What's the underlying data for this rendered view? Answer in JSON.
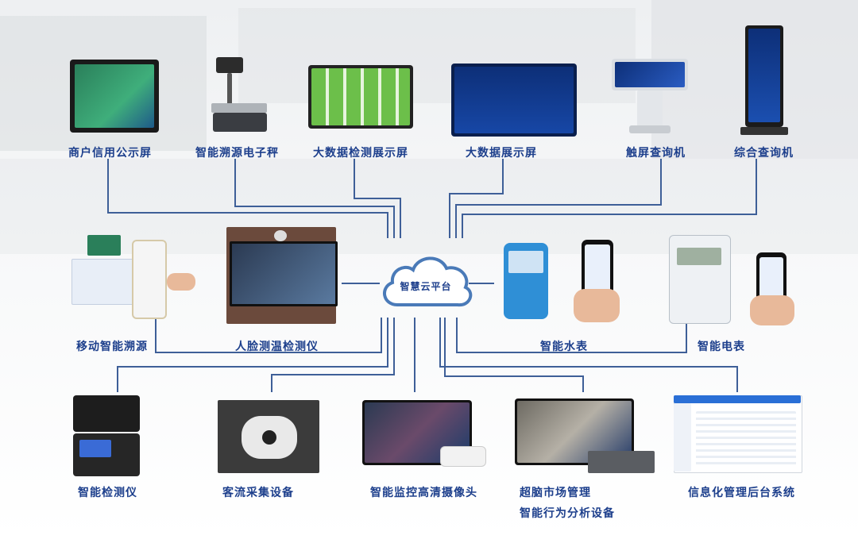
{
  "center": {
    "label": "智慧云平台"
  },
  "devices": {
    "top": [
      {
        "label": "商户信用公示屏"
      },
      {
        "label": "智能溯源电子秤"
      },
      {
        "label": "大数据检测展示屏"
      },
      {
        "label": "大数据展示屏"
      },
      {
        "label": "触屏查询机"
      },
      {
        "label": "综合查询机"
      }
    ],
    "middle_left": [
      {
        "label": "移动智能溯源"
      },
      {
        "label": "人脸测温检测仪"
      }
    ],
    "middle_right": [
      {
        "label": "智能水表"
      },
      {
        "label": "智能电表"
      }
    ],
    "bottom": [
      {
        "label": "智能检测仪"
      },
      {
        "label": "客流采集设备"
      },
      {
        "label": "智能监控高清摄像头"
      },
      {
        "label": "超脑市场管理"
      },
      {
        "label": "智能行为分析设备"
      },
      {
        "label": "信息化管理后台系统"
      }
    ]
  },
  "colors": {
    "line": "#3e5f98",
    "label": "#1d3f8c",
    "cloud": "#4a7ab8"
  },
  "icons": {
    "center": "cloud-icon"
  }
}
